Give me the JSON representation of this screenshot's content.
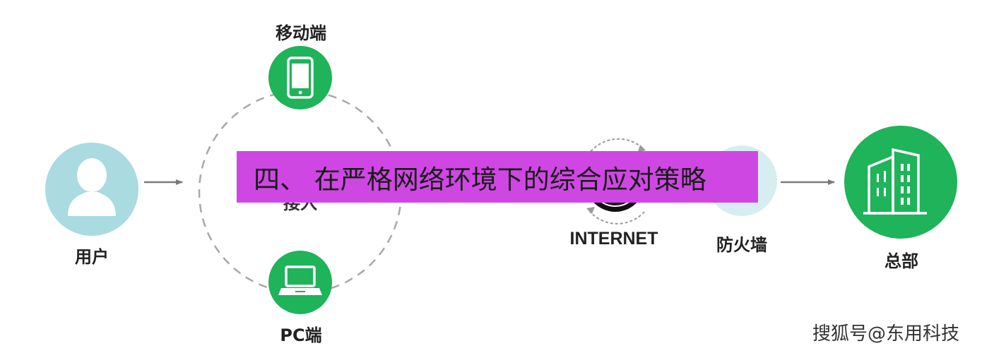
{
  "colors": {
    "green": "#1fb35a",
    "user_circle": "#a9dbe0",
    "firewall_circle": "#d6eef0",
    "banner_bg": "#cf47e3",
    "arrow": "#7a7a7a",
    "dashed_ring": "#a8a8a8"
  },
  "nodes": {
    "mobile": {
      "label": "移动端",
      "icon": "smartphone-icon"
    },
    "user": {
      "label": "用户",
      "icon": "person-icon"
    },
    "pc": {
      "label": "PC端",
      "icon": "laptop-icon"
    },
    "access": {
      "label": "接入",
      "icon": ""
    },
    "internet": {
      "label": "INTERNET",
      "icon": "globe-icon"
    },
    "firewall": {
      "label": "防火墙",
      "icon": "firewall-icon"
    },
    "hq": {
      "label": "总部",
      "icon": "building-icon"
    }
  },
  "banner": {
    "text": "四、 在严格网络环境下的综合应对策略"
  },
  "watermark": {
    "text": "搜狐号@东用科技"
  }
}
